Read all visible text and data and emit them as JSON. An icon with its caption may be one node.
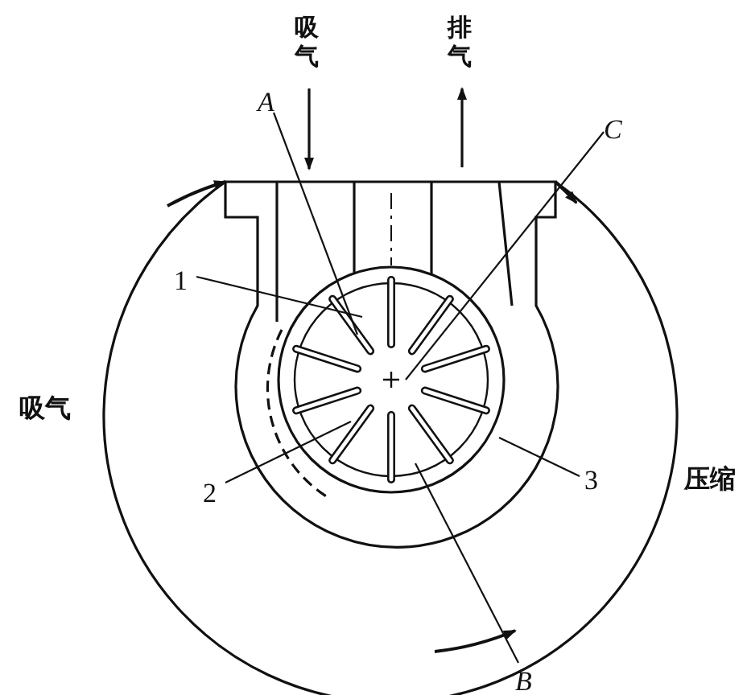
{
  "diagram": {
    "nodes": [
      {
        "text": [
          "A"
        ]
      },
      {
        "text": [
          "C"
        ]
      },
      {
        "text": [
          "1"
        ]
      },
      {
        "text": [
          "2"
        ]
      },
      {
        "text": [
          "3"
        ]
      },
      {
        "text": [
          "B"
        ]
      }
    ],
    "edges": [
      {
        "from": 0,
        "to": null,
        "arrow": "none"
      },
      {
        "from": 1,
        "to": null,
        "arrow": "none"
      },
      {
        "from": 2,
        "to": null,
        "arrow": "none"
      },
      {
        "from": 3,
        "to": null,
        "arrow": "none"
      },
      {
        "from": 4,
        "to": null,
        "arrow": "none"
      },
      {
        "from": 5,
        "to": null,
        "arrow": "none"
      }
    ],
    "labels": [
      "吸气",
      "排气",
      "吸气",
      "压缩"
    ]
  }
}
